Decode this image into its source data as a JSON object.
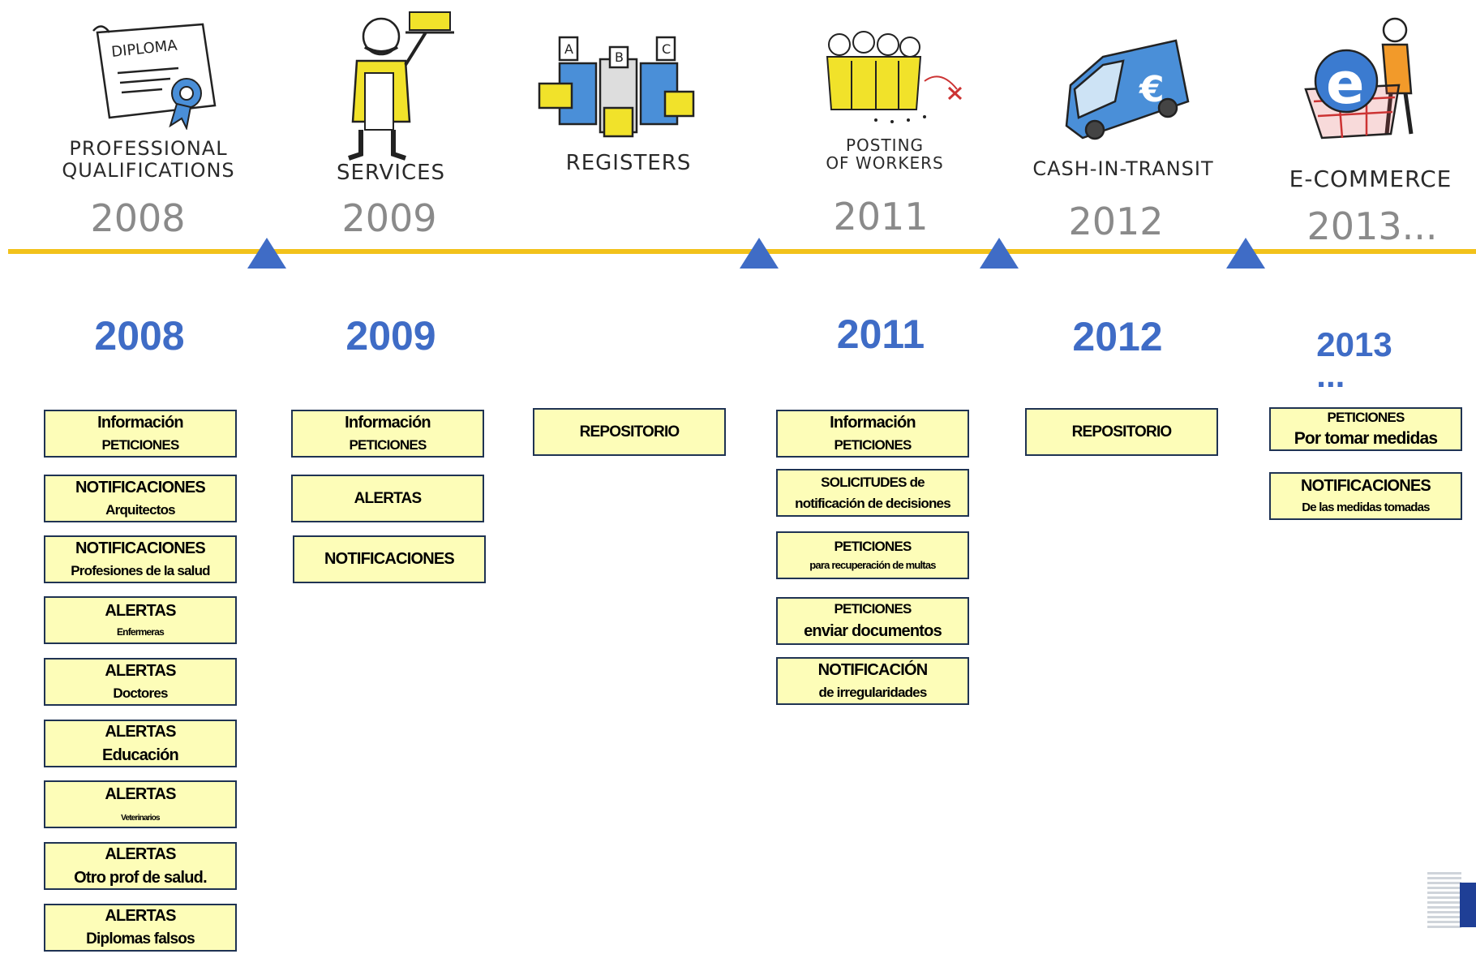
{
  "illustrations": [
    {
      "label_lines": [
        "PROFESSIONAL",
        "QUALIFICATIONS"
      ],
      "year": "2008",
      "icon": "diploma-icon",
      "sub_text": "DIPLOMA"
    },
    {
      "label_lines": [
        "SERVICES"
      ],
      "year": "2009",
      "icon": "waiter-icon"
    },
    {
      "label_lines": [
        "REGISTERS"
      ],
      "year": "",
      "icon": "filing-cabinets-icon",
      "sub_letters": [
        "A",
        "B",
        "C"
      ]
    },
    {
      "label_lines": [
        "POSTING",
        "OF WORKERS"
      ],
      "year": "2011",
      "icon": "workers-icon"
    },
    {
      "label_lines": [
        "CASH-IN-TRANSIT"
      ],
      "year": "2012",
      "icon": "van-icon",
      "sub_text": "€"
    },
    {
      "label_lines": [
        "E-COMMERCE"
      ],
      "year": "2013...",
      "icon": "shopping-cart-icon",
      "sub_text": "e"
    }
  ],
  "years": [
    {
      "label": "2008"
    },
    {
      "label": "2009"
    },
    {
      "label": "2011"
    },
    {
      "label": "2012"
    },
    {
      "label": "2013",
      "suffix": "..."
    }
  ],
  "columns": [
    {
      "boxes": [
        {
          "line1": "Información",
          "line2": "PETICIONES"
        },
        {
          "line1": "NOTIFICACIONES",
          "line2": "Arquitectos"
        },
        {
          "line1": "NOTIFICACIONES",
          "line2": "Profesiones de la salud"
        },
        {
          "line1": "ALERTAS",
          "line2": "Enfermeras"
        },
        {
          "line1": "ALERTAS",
          "line2": "Doctores"
        },
        {
          "line1": "ALERTAS",
          "line2": "Educación"
        },
        {
          "line1": "ALERTAS",
          "line2": "Veterinarios"
        },
        {
          "line1": "ALERTAS",
          "line2": "Otro prof de salud."
        },
        {
          "line1": "ALERTAS",
          "line2": "Diplomas falsos"
        }
      ]
    },
    {
      "boxes": [
        {
          "line1": "Información",
          "line2": "PETICIONES"
        },
        {
          "line1": "ALERTAS",
          "line2": ""
        },
        {
          "line1": "NOTIFICACIONES",
          "line2": ""
        }
      ]
    },
    {
      "boxes": [
        {
          "line1": "REPOSITORIO",
          "line2": ""
        }
      ]
    },
    {
      "boxes": [
        {
          "line1": "Información",
          "line2": "PETICIONES"
        },
        {
          "line1": "SOLICITUDES de",
          "line2": "notificación de decisiones"
        },
        {
          "line1": "PETICIONES",
          "line2": "para recuperación de multas"
        },
        {
          "line1": "PETICIONES",
          "line2": "enviar documentos"
        },
        {
          "line1": "NOTIFICACIÓN",
          "line2": "de irregularidades"
        }
      ]
    },
    {
      "boxes": [
        {
          "line1": "REPOSITORIO",
          "line2": ""
        }
      ]
    },
    {
      "boxes": [
        {
          "line1": "PETICIONES",
          "line2": "Por tomar medidas"
        },
        {
          "line1": "NOTIFICACIONES",
          "line2": "De las medidas tomadas"
        }
      ]
    }
  ],
  "colors": {
    "timeline": "#f2c21b",
    "marker": "#3f6cc6",
    "box_fill": "#fdfdb8",
    "box_border": "#1f3353",
    "year_blue": "#3f6cc6"
  }
}
